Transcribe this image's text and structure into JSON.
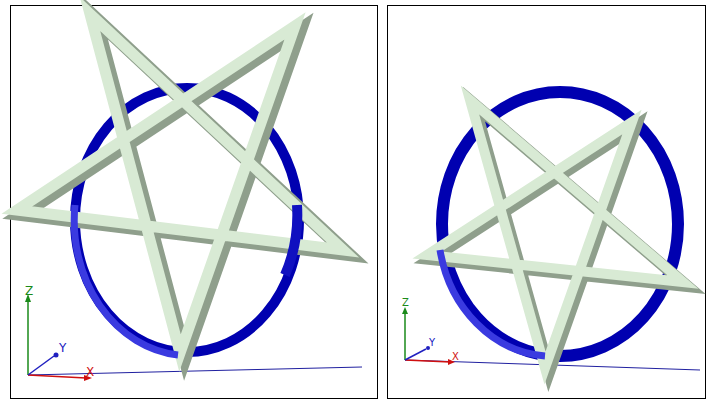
{
  "diagram": {
    "labels": [
      "Z",
      "Y",
      "X",
      "Z",
      "Y",
      "X"
    ]
  }
}
